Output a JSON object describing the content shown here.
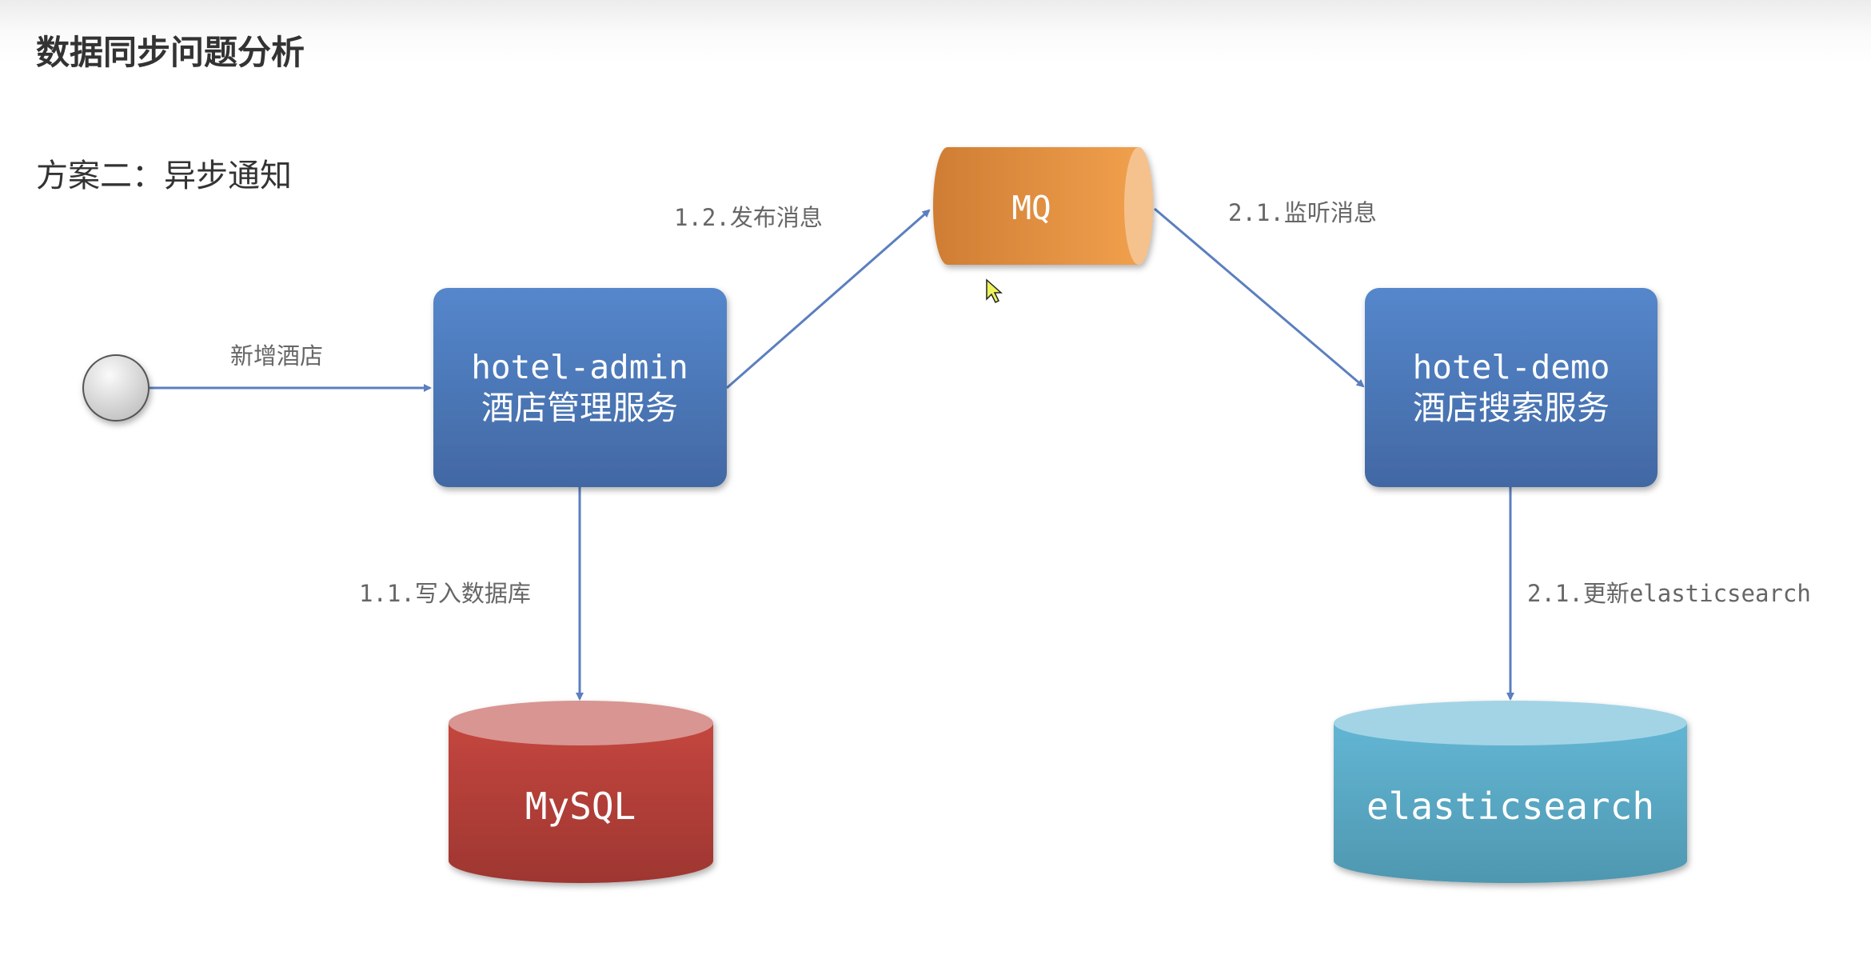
{
  "title": "数据同步问题分析",
  "subtitle": "方案二：异步通知",
  "nodes": {
    "start": {
      "icon": "start-circle"
    },
    "admin": {
      "line1": "hotel-admin",
      "line2": "酒店管理服务"
    },
    "mq": {
      "label": "MQ"
    },
    "demo": {
      "line1": "hotel-demo",
      "line2": "酒店搜索服务"
    },
    "mysql": {
      "label": "MySQL"
    },
    "es": {
      "label": "elasticsearch"
    }
  },
  "edges": {
    "add_hotel": "新增酒店",
    "publish": "1.2.发布消息",
    "listen": "2.1.监听消息",
    "write_db": "1.1.写入数据库",
    "update_es": "2.1.更新elasticsearch"
  },
  "colors": {
    "box": "#4f7fc4",
    "mq": "#e8923a",
    "mysql": "#b8413b",
    "es": "#5aaecb",
    "arrow": "#5b7fbf"
  }
}
